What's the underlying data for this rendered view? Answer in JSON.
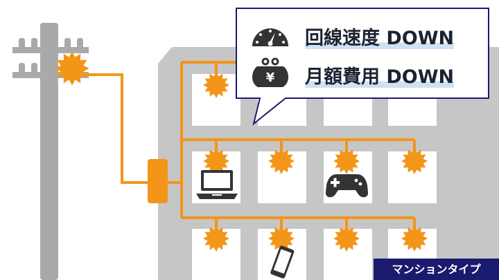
{
  "callout": {
    "line1": {
      "icon": "speedometer-icon",
      "text": "回線速度 DOWN"
    },
    "line2": {
      "icon": "coin-purse-yen-icon",
      "text": "月額費用 DOWN",
      "symbol": "¥"
    }
  },
  "badge": "マンションタイプ",
  "colors": {
    "orange": "#f39519",
    "gray": "#a9a9a9",
    "building": "#c6c6c6",
    "navy": "#1a1a6e",
    "dark": "#333333"
  }
}
